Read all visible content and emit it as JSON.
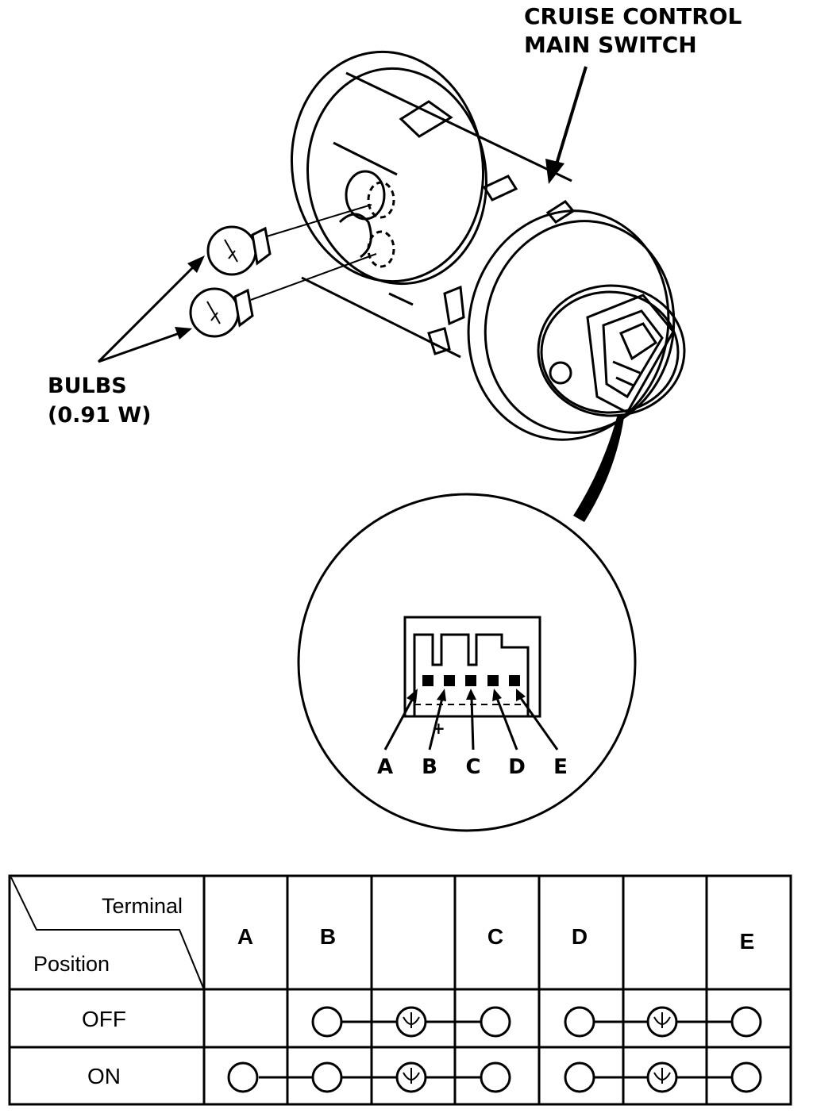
{
  "callouts": {
    "main_switch_line1": "CRUISE CONTROL",
    "main_switch_line2": "MAIN SWITCH",
    "bulbs_line1": "BULBS",
    "bulbs_line2": "(0.91 W)"
  },
  "connector": {
    "terminals": [
      "A",
      "B",
      "C",
      "D",
      "E"
    ]
  },
  "table": {
    "corner_top": "Terminal",
    "corner_bottom": "Position",
    "columns": [
      "A",
      "B",
      "",
      "C",
      "D",
      "",
      "E"
    ],
    "rows": [
      {
        "label": "OFF",
        "continuity": "B–bulb–C, D–bulb–E"
      },
      {
        "label": "ON",
        "continuity": "A–B–bulb–C, D–bulb–E"
      }
    ]
  }
}
